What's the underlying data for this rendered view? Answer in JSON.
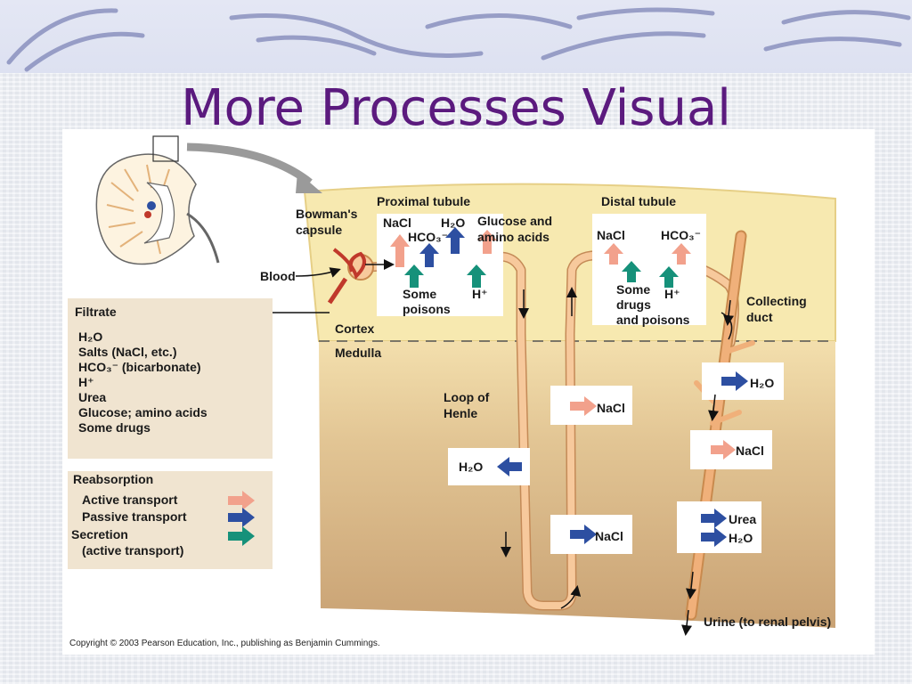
{
  "slide": {
    "title": "More Processes Visual"
  },
  "diagram": {
    "regions": {
      "cortex": "Cortex",
      "medulla": "Medulla"
    },
    "tubules": {
      "proximal": "Proximal tubule",
      "distal": "Distal tubule",
      "bowmans_line1": "Bowman's",
      "bowmans_line2": "capsule",
      "blood": "Blood",
      "loop_line1": "Loop of",
      "loop_line2": "Henle",
      "collecting_line1": "Collecting",
      "collecting_line2": "duct",
      "urine": "Urine (to renal pelvis)"
    },
    "proximal_box": {
      "nacl": "NaCl",
      "h2o": "H₂O",
      "hco3": "HCO₃⁻",
      "glucose_line1": "Glucose and",
      "glucose_line2": "amino acids",
      "poisons_line1": "Some",
      "poisons_line2": "poisons",
      "h": "H⁺"
    },
    "distal_box": {
      "nacl": "NaCl",
      "hco3": "HCO₃⁻",
      "drugs_line1": "Some",
      "drugs_line2": "drugs",
      "drugs_line3": "and poisons",
      "h": "H⁺"
    },
    "medulla_boxes": {
      "loop_h2o": "H₂O",
      "loop_nacl_upper": "NaCl",
      "loop_nacl_lower": "NaCl",
      "duct_h2o_upper": "H₂O",
      "duct_nacl": "NaCl",
      "duct_urea": "Urea",
      "duct_h2o_lower": "H₂O"
    },
    "filtrate": {
      "title": "Filtrate",
      "items": [
        "H₂O",
        "Salts (NaCl, etc.)",
        "HCO₃⁻ (bicarbonate)",
        "H⁺",
        "Urea",
        "Glucose; amino acids",
        "Some drugs"
      ]
    },
    "legend": {
      "title": "Reabsorption",
      "active": "Active transport",
      "passive": "Passive transport",
      "secretion_line1": "Secretion",
      "secretion_line2": "(active transport)"
    },
    "copyright": "Copyright © 2003 Pearson Education, Inc., publishing as Benjamin Cummings."
  },
  "colors": {
    "title": "#5b1a7e",
    "active_transport": "#f2a18c",
    "passive_transport": "#2d4fa1",
    "secretion": "#16917a",
    "tubule": "#f7c99c",
    "cortex": "#f7e9b0",
    "medulla": "#d9b687"
  }
}
